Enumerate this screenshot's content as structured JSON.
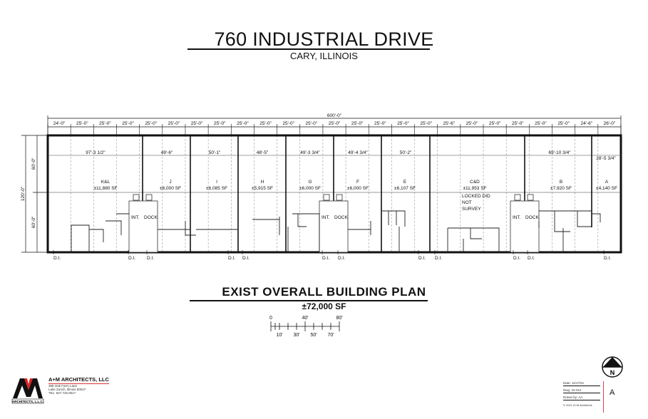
{
  "header": {
    "title": "760 INDUSTRIAL DRIVE",
    "subtitle": "CARY, ILLINOIS"
  },
  "plan": {
    "overall_width": "600'-0\"",
    "overall_depth": "120'-0\"",
    "depth_upper": "60'-0\"",
    "depth_lower": "60'-0\"",
    "bay_dims": [
      "24'-0\"",
      "25'-0\"",
      "25'-0\"",
      "25'-0\"",
      "25'-0\"",
      "25'-0\"",
      "25'-0\"",
      "25'-0\"",
      "25'-0\"",
      "25'-0\"",
      "25'-0\"",
      "25'-0\"",
      "25'-0\"",
      "25'-0\"",
      "25'-0\"",
      "25'-0\"",
      "25'-0\"",
      "25'-6\"",
      "25'-0\"",
      "25'-0\"",
      "25'-0\"",
      "25'-0\"",
      "25'-0\"",
      "24'-6\"",
      "26'-0\""
    ],
    "units": [
      {
        "name": "K&L",
        "area": "±11,880 SF",
        "width": "97'-3 1/2\""
      },
      {
        "name": "J",
        "area": "±6,000 SF",
        "width": "49'-6\""
      },
      {
        "name": "I",
        "area": "±6,085 SF",
        "width": "50'-1\""
      },
      {
        "name": "H",
        "area": "±5,915 SF",
        "width": "48'-5\""
      },
      {
        "name": "G",
        "area": "±6,000 SF",
        "width": "49'-3 3/4\""
      },
      {
        "name": "F",
        "area": "±6,000 SF",
        "width": "49'-4 3/4\""
      },
      {
        "name": "E",
        "area": "±6,107 SF",
        "width": "50'-2\""
      },
      {
        "name": "C&D",
        "area": "±11,953 SF",
        "width": "",
        "note": [
          "LOCKED DID",
          "NOT",
          "SURVEY"
        ]
      },
      {
        "name": "B",
        "area": "±7,920 SF",
        "width": "69'-10 3/4\""
      },
      {
        "name": "A",
        "area": "±4,140 SF",
        "width": "28'-5 3/4\""
      }
    ],
    "dock_label_left": "INT.",
    "dock_label_right": "DOCK",
    "door_label": "D.I."
  },
  "plan_caption": {
    "title": "EXIST OVERALL BUILDING PLAN",
    "area": "±72,000 SF"
  },
  "scale_bar": {
    "top_labels": [
      "0",
      "40'",
      "80'"
    ],
    "bottom_labels": [
      "10'",
      "30'",
      "50'",
      "70'"
    ]
  },
  "firm": {
    "name": "A+M ARCHITECTS, LLC",
    "address1": "385 Oak Farm Lane",
    "address2": "Lake Zurich, Illinois 60047",
    "phone": "TEL: 847.726.9017",
    "logo_text": "ARCHITECTS, L.L.C."
  },
  "title_block": {
    "date": "Date: 11/17/21",
    "dwg": "Dwg: 22-012",
    "drawn_by": "Drawn by: AA",
    "copyright": "© 2021 A+M Architects",
    "sheet": "A",
    "north_label": "N"
  },
  "colors": {
    "ink": "#111111",
    "accent_red": "#e04050",
    "logo_red": "#e02020"
  }
}
